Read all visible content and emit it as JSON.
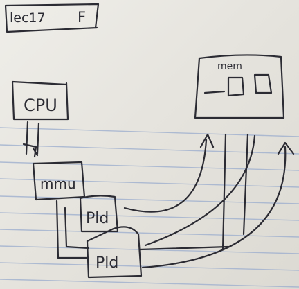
{
  "header": {
    "note": "lec17",
    "tag": "F"
  },
  "diagram": {
    "cpu_label": "CPU",
    "mmu_label": "mmu",
    "mem_label": "mem",
    "pid_upper_label": "Pld",
    "pid_lower_label": "Pld"
  },
  "colors": {
    "paper": "#ebe9e3",
    "rule_blue": "#9fb0cf",
    "ink": "#2b2b33"
  }
}
